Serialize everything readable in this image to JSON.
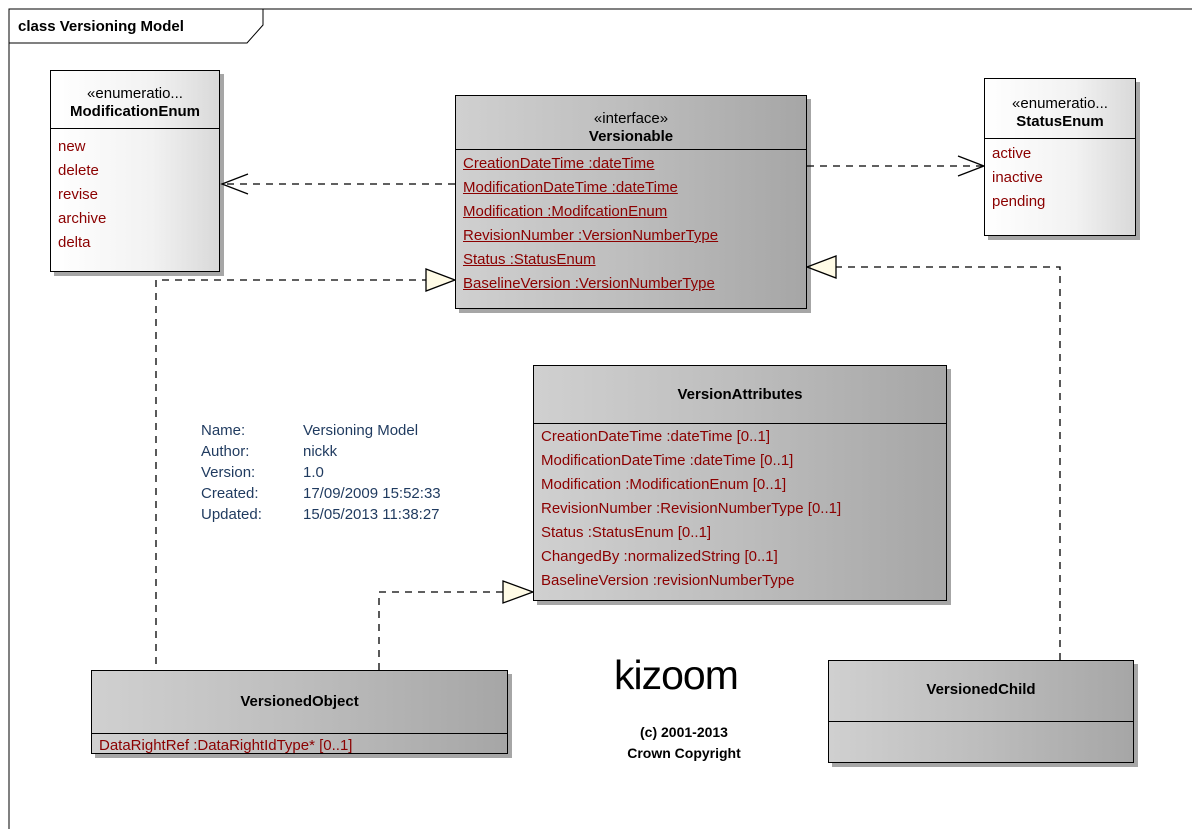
{
  "frame": {
    "title": "class Versioning Model"
  },
  "modification_enum": {
    "stereotype": "«enumeratio...",
    "name": "ModificationEnum",
    "literals": [
      "new",
      "delete",
      "revise",
      "archive",
      "delta"
    ]
  },
  "status_enum": {
    "stereotype": "«enumeratio...",
    "name": "StatusEnum",
    "literals": [
      "active",
      "inactive",
      "pending"
    ]
  },
  "versionable": {
    "stereotype": "«interface»",
    "name": "Versionable",
    "attributes": [
      "CreationDateTime  :dateTime",
      "ModificationDateTime  :dateTime",
      "Modification  :ModifcationEnum",
      "RevisionNumber  :VersionNumberType",
      "Status  :StatusEnum",
      "BaselineVersion  :VersionNumberType"
    ]
  },
  "version_attributes": {
    "name": "VersionAttributes",
    "attributes": [
      "CreationDateTime  :dateTime [0..1]",
      "ModificationDateTime  :dateTime [0..1]",
      "Modification  :ModificationEnum [0..1]",
      "RevisionNumber  :RevisionNumberType [0..1]",
      "Status  :StatusEnum [0..1]",
      "ChangedBy  :normalizedString [0..1]",
      "BaselineVersion  :revisionNumberType"
    ]
  },
  "versioned_object": {
    "name": "VersionedObject",
    "attributes": [
      "DataRightRef  :DataRightIdType* [0..1]"
    ]
  },
  "versioned_child": {
    "name": "VersionedChild"
  },
  "notes": [
    {
      "label": "Name:",
      "value": "Versioning Model"
    },
    {
      "label": "Author:",
      "value": "nickk"
    },
    {
      "label": "Version:",
      "value": "1.0"
    },
    {
      "label": "Created:",
      "value": "17/09/2009 15:52:33"
    },
    {
      "label": "Updated:",
      "value": "15/05/2013 11:38:27"
    }
  ],
  "logo": {
    "text": "kizoom"
  },
  "copyright": {
    "line1": "(c) 2001-2013",
    "line2": "Crown Copyright"
  }
}
